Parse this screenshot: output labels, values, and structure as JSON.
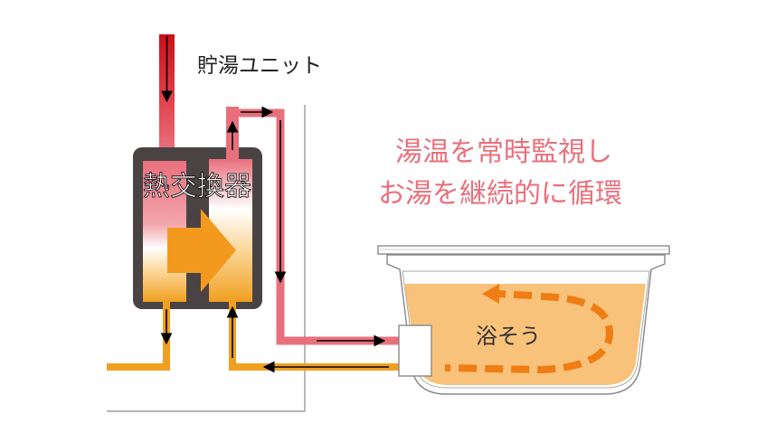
{
  "labels": {
    "storage_unit": "貯湯ユニット",
    "heat_exchanger": "熱交換器",
    "bathtub": "浴そう",
    "caption_line1": "湯温を常時監視し",
    "caption_line2": "お湯を継続的に循環"
  },
  "colors": {
    "hot_pipe": "#e8707c",
    "hot_inlet": "#c8101a",
    "cold_pipe": "#f0a020",
    "exchanger_body": "#4a4343",
    "arrow_orange": "#f39a1e",
    "caption": "#e8707c",
    "water": "#f8c27a",
    "flow_dash": "#ef7d13",
    "line_black": "#000000"
  }
}
